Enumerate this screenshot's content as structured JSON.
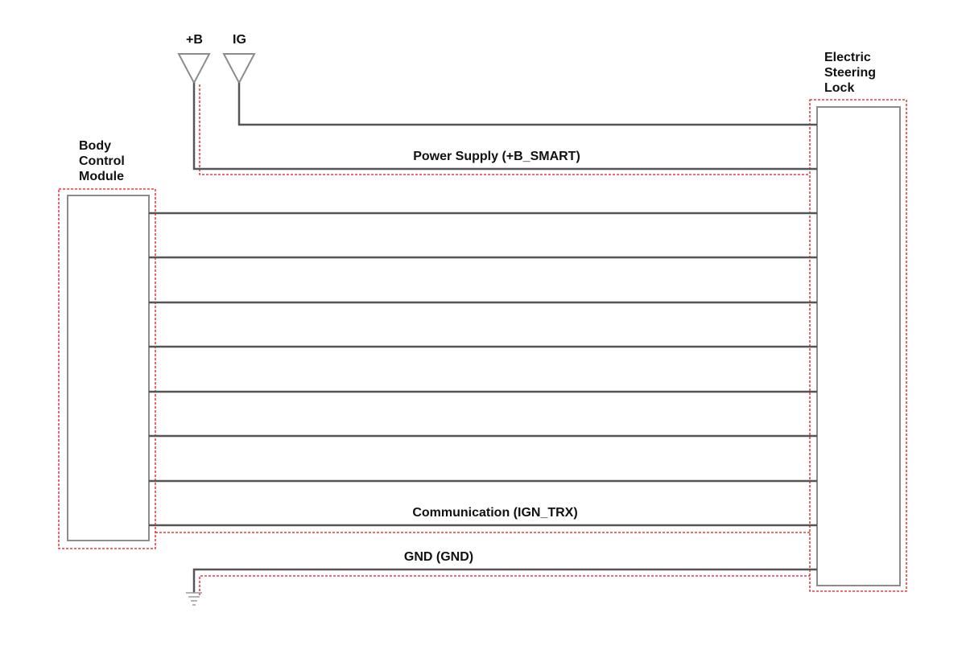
{
  "modules": {
    "left": [
      "Body",
      "Control",
      "Module"
    ],
    "right": [
      "Electric",
      "Steering",
      "Lock"
    ]
  },
  "sources": {
    "battery": "+B",
    "ignition": "IG"
  },
  "wires": {
    "power": "Power Supply (+B_SMART)",
    "communication": "Communication (IGN_TRX)",
    "ground": "GND (GND)"
  },
  "colors": {
    "wire": "#555555",
    "module_border": "#8c8c8c",
    "highlight": "#e8141b",
    "text": "#111111"
  }
}
